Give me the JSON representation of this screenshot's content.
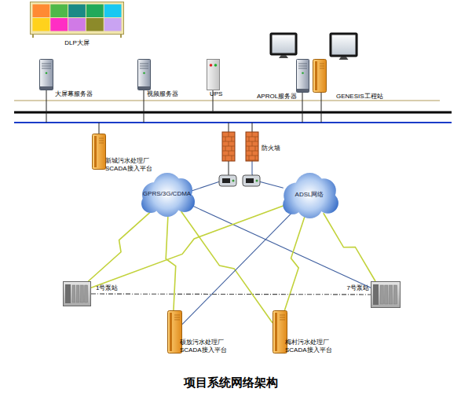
{
  "diagram": {
    "caption": "项目系统网络架构",
    "nodes": [
      {
        "text": [
          "DLP大屏"
        ]
      },
      {
        "text": [
          "大屏幕服务器"
        ]
      },
      {
        "text": [
          "视频服务器"
        ]
      },
      {
        "text": [
          "UPS"
        ]
      },
      {
        "text": [
          "APROL服务器"
        ]
      },
      {
        "text": [
          "GENESIS工程站"
        ]
      },
      {
        "text": [
          "新城污水处理厂 SCADA接入平台"
        ]
      },
      {
        "text": [
          "防火墙"
        ]
      },
      {
        "text": [
          "GPRS/3G/CDMA"
        ]
      },
      {
        "text": [
          "ADSL网络"
        ]
      },
      {
        "text": [
          "1号泵站"
        ]
      },
      {
        "text": [
          "7号泵站"
        ]
      },
      {
        "text": [
          "硕放污水处理厂 SCADA接入平台"
        ]
      },
      {
        "text": [
          "梅村污水处理厂 SCADA接入平台"
        ]
      }
    ],
    "edges": [
      {
        "from": 8,
        "to": 10,
        "arrow": "none"
      },
      {
        "from": 8,
        "to": 12,
        "arrow": "none"
      },
      {
        "from": 8,
        "to": 13,
        "arrow": "none"
      },
      {
        "from": 8,
        "to": 11,
        "arrow": "none"
      },
      {
        "from": 9,
        "to": 10,
        "arrow": "none"
      },
      {
        "from": 9,
        "to": 12,
        "arrow": "none"
      },
      {
        "from": 9,
        "to": 13,
        "arrow": "none"
      },
      {
        "from": 9,
        "to": 11,
        "arrow": "none"
      },
      {
        "from": 10,
        "to": 11,
        "arrow": "none"
      },
      {
        "from": 7,
        "to": 9,
        "arrow": "none"
      }
    ]
  }
}
